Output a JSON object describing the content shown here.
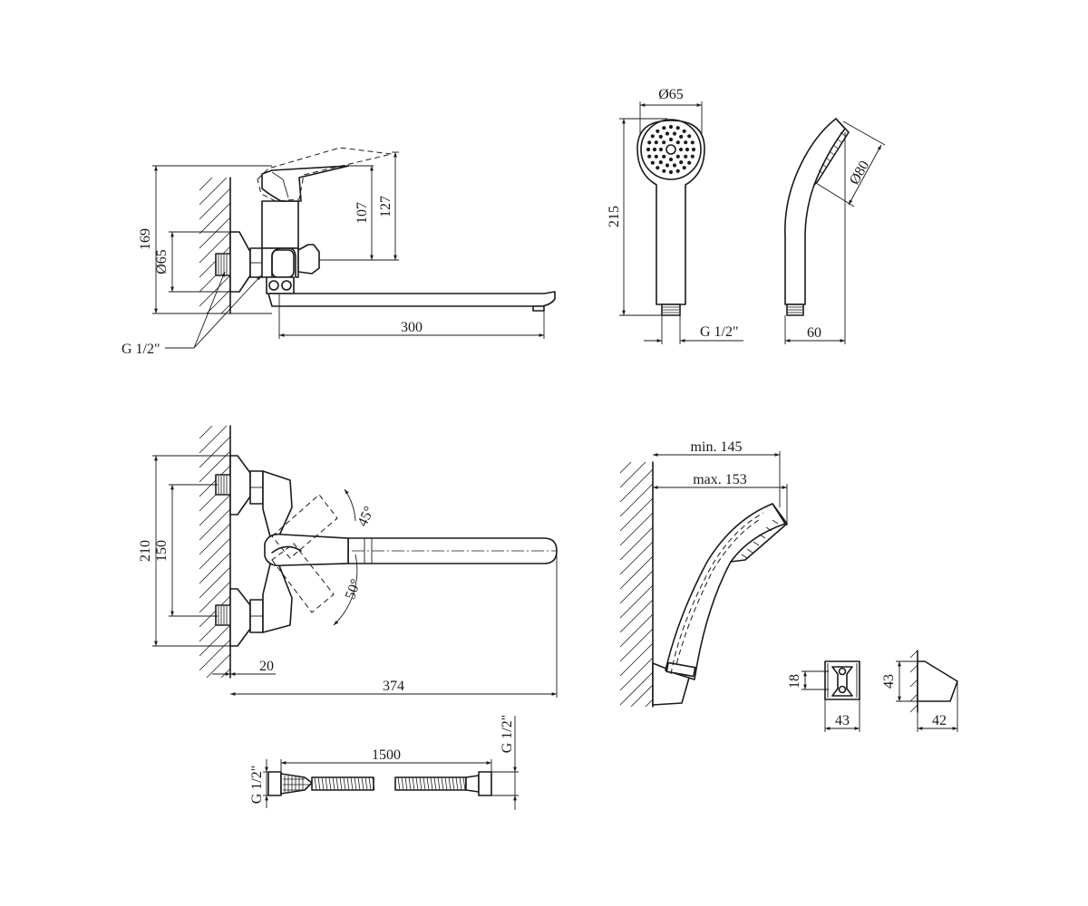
{
  "dimensions": {
    "front_height_total": "169",
    "front_flange_diameter": "Ø65",
    "front_handle_height_a": "107",
    "front_handle_height_b": "127",
    "front_spout_length": "300",
    "front_connection_thread": "G 1/2\"",
    "shower_head_diameter": "Ø65",
    "shower_length": "215",
    "shower_thread": "G 1/2\"",
    "shower_face_diameter": "Ø80",
    "shower_depth": "60",
    "top_height_total": "210",
    "top_centre_distance": "150",
    "top_handle_angle_up": "45°",
    "top_handle_angle_down": "50°",
    "top_flange_offset": "20",
    "top_total_reach": "374",
    "holder_min_reach": "min. 145",
    "holder_max_reach": "max. 153",
    "bracket_height_a": "18",
    "bracket_width": "43",
    "bracket_height_b": "43",
    "bracket_depth": "42",
    "hose_length": "1500",
    "hose_thread_left": "G 1/2\"",
    "hose_thread_right": "G 1/2\""
  },
  "colors": {
    "line": "#1a1a1a",
    "background": "#ffffff"
  }
}
